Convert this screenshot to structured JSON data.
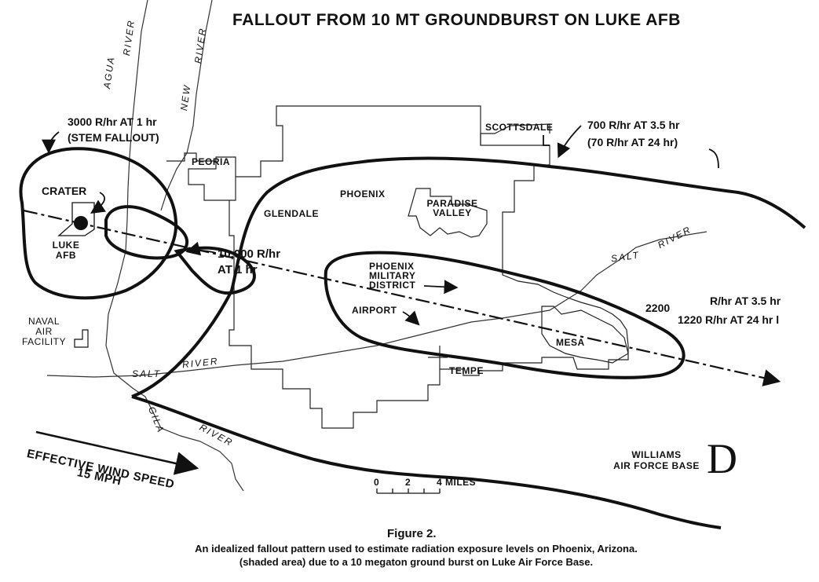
{
  "title": "FALLOUT FROM 10 MT GROUNDBURST ON LUKE AFB",
  "annotations": {
    "stem_line1": "3000 R/hr AT 1 hr",
    "stem_line2": "(STEM FALLOUT)",
    "crater": "CRATER",
    "luke_line1": "LUKE",
    "luke_line2": "AFB",
    "r10000_line1": "10,000 R/hr",
    "r10000_line2": "AT 1 hr",
    "r700_line1": "700 R/hr AT 3.5 hr",
    "r700_line2": "(70 R/hr AT 24 hr)",
    "r2200": "2200",
    "r2200_line1": "R/hr AT 3.5 hr",
    "r1220_line": "1220 R/hr AT 24 hr l"
  },
  "places": {
    "peoria": "PEORIA",
    "glendale": "GLENDALE",
    "phoenix": "PHOENIX",
    "paradise_line1": "PARADISE",
    "paradise_line2": "VALLEY",
    "scottsdale": "SCOTTSDALE",
    "pmd_line1": "PHOENIX",
    "pmd_line2": "MILITARY",
    "pmd_line3": "DISTRICT",
    "airport": "AIRPORT",
    "mesa": "MESA",
    "tempe": "TEMPE",
    "naval_line1": "NAVAL",
    "naval_line2": "AIR",
    "naval_line3": "FACILITY",
    "williams_line1": "WILLIAMS",
    "williams_line2": "AIR FORCE BASE",
    "williams_mark": "D"
  },
  "rivers": {
    "agua": "AGUA",
    "agua_river": "RIVER",
    "new": "NEW",
    "new_river": "RIVER",
    "salt_west": "SALT",
    "salt_west_river": "RIVER",
    "salt_east": "SALT",
    "salt_east_river": "RIVER",
    "gila": "GILA",
    "gila_river": "RIVER"
  },
  "wind": {
    "line1": "EFFECTIVE WIND SPEED",
    "line2": "15 MPH"
  },
  "scale": {
    "ticks": [
      "0",
      "2",
      "4 MILES"
    ]
  },
  "caption": {
    "figure": "Figure 2.",
    "line1": "An idealized fallout pattern used to estimate radiation exposure levels on Phoenix, Arizona.",
    "line2": "(shaded area) due to a 10 megaton ground burst on Luke Air Force Base."
  },
  "colors": {
    "ink": "#111111",
    "background": "#ffffff"
  }
}
